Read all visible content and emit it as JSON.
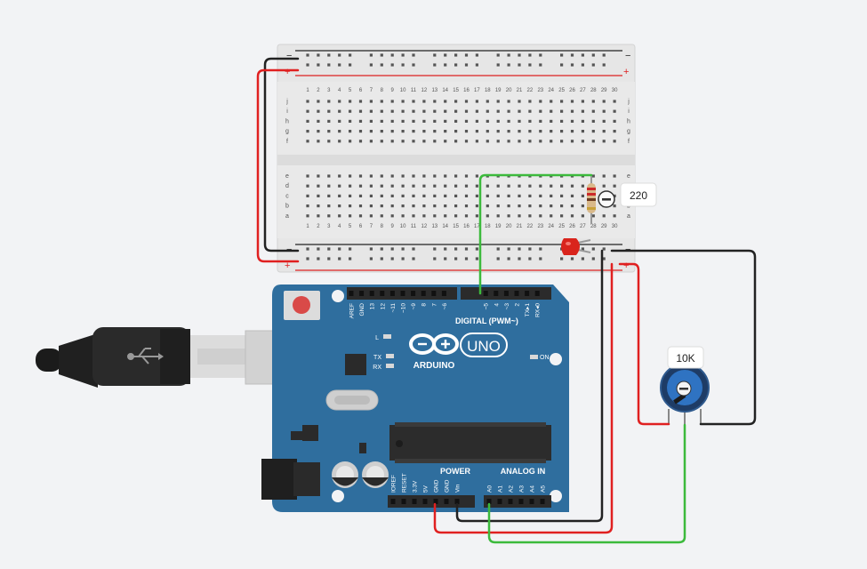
{
  "colors": {
    "background": "#f2f3f5",
    "breadboard": "#e6e6e6",
    "arduino_board": "#2f6e9e",
    "wire_red": "#e02020",
    "wire_black": "#222222",
    "wire_green": "#3cba3c",
    "led": "#d9241c"
  },
  "breadboard": {
    "rail_minus": "−",
    "rail_plus": "+",
    "columns": [
      "1",
      "2",
      "3",
      "4",
      "5",
      "6",
      "7",
      "8",
      "9",
      "10",
      "11",
      "12",
      "13",
      "14",
      "15",
      "16",
      "17",
      "18",
      "19",
      "20",
      "21",
      "22",
      "23",
      "24",
      "25",
      "26",
      "27",
      "28",
      "29",
      "30"
    ],
    "rows_top": [
      "j",
      "i",
      "h",
      "g",
      "f"
    ],
    "rows_bottom": [
      "e",
      "d",
      "c",
      "b",
      "a"
    ]
  },
  "components": {
    "resistor": {
      "label": "220",
      "icon": "rotate-icon"
    },
    "potentiometer": {
      "label": "10K",
      "icon": "rotate-icon"
    },
    "led": {
      "icon": "led-icon"
    }
  },
  "arduino": {
    "brand": "ARDUINO",
    "model": "UNO",
    "digital_header": "DIGITAL (PWM~)",
    "digital_pins": [
      "AREF",
      "GND",
      "13",
      "12",
      "~11",
      "~10",
      "~9",
      "8",
      "7",
      "~6",
      "~5",
      "4",
      "~3",
      "2",
      "TX▸1",
      "RX◂0"
    ],
    "power_header": "POWER",
    "power_pins": [
      "IOREF",
      "RESET",
      "3.3V",
      "5V",
      "GND",
      "GND",
      "Vin"
    ],
    "analog_header": "ANALOG IN",
    "analog_pins": [
      "A0",
      "A1",
      "A2",
      "A3",
      "A4",
      "A5"
    ],
    "leds": [
      "L",
      "TX",
      "RX"
    ],
    "on_label": "ON"
  }
}
